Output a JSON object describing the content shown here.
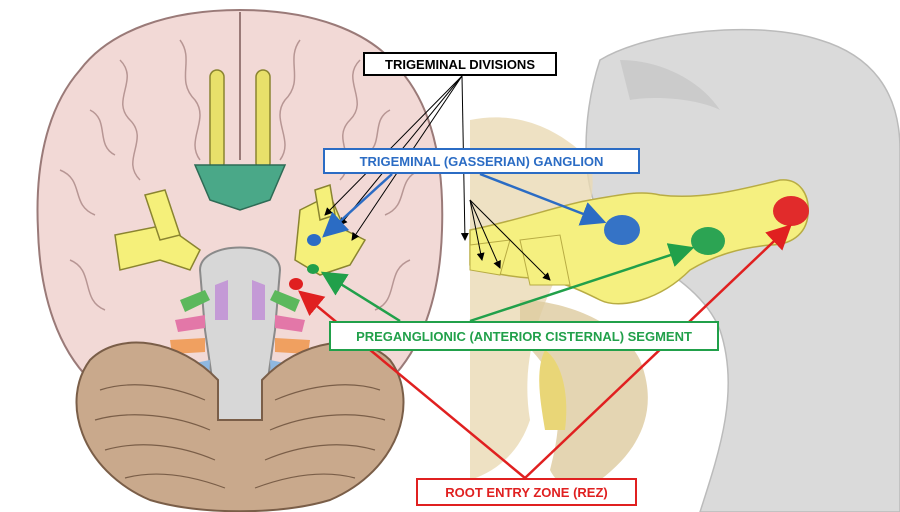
{
  "labels": {
    "trigeminal_divisions": "TRIGEMINAL DIVISIONS",
    "ganglion": "TRIGEMINAL (GASSERIAN) GANGLION",
    "preganglionic": "PREGANGLIONIC (ANTERIOR CISTERNAL) SEGMENT",
    "rez": "ROOT ENTRY ZONE (REZ)"
  },
  "colors": {
    "divisions": "#000000",
    "ganglion": "#2b6cc4",
    "preganglionic": "#21a04a",
    "rez": "#e02020",
    "nerve": "#f5f07a",
    "brain": "#f2d9d6",
    "cerebellum": "#c9a98c"
  }
}
